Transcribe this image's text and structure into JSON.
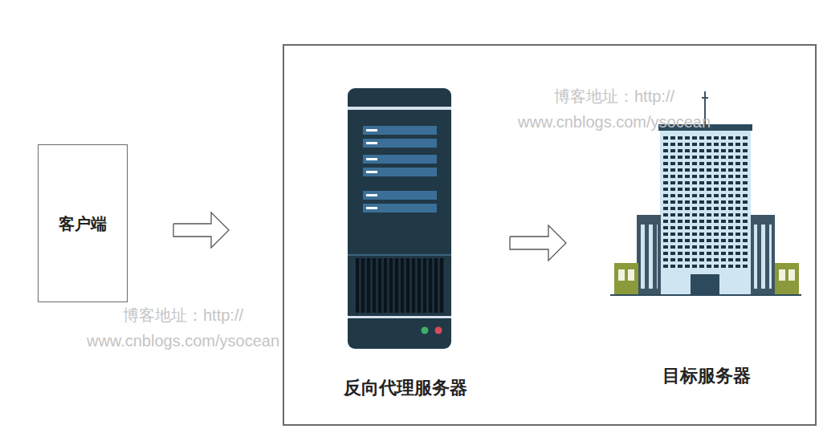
{
  "diagram": {
    "nodes": [
      {
        "text": [
          "客户端"
        ]
      },
      {
        "text": []
      },
      {
        "text": [
          "反向代理服务器"
        ],
        "in": 1
      },
      {
        "text": [
          "目标服务器"
        ],
        "in": 1
      }
    ],
    "edges": [
      {
        "from": 0,
        "to": 1,
        "arrow": "to"
      },
      {
        "from": 2,
        "to": 3,
        "arrow": "to"
      }
    ],
    "labels": [
      "博客地址：http:// www.cnblogs.com/ysocean",
      "博客地址：http:// www.cnblogs.com/ysocean"
    ]
  }
}
